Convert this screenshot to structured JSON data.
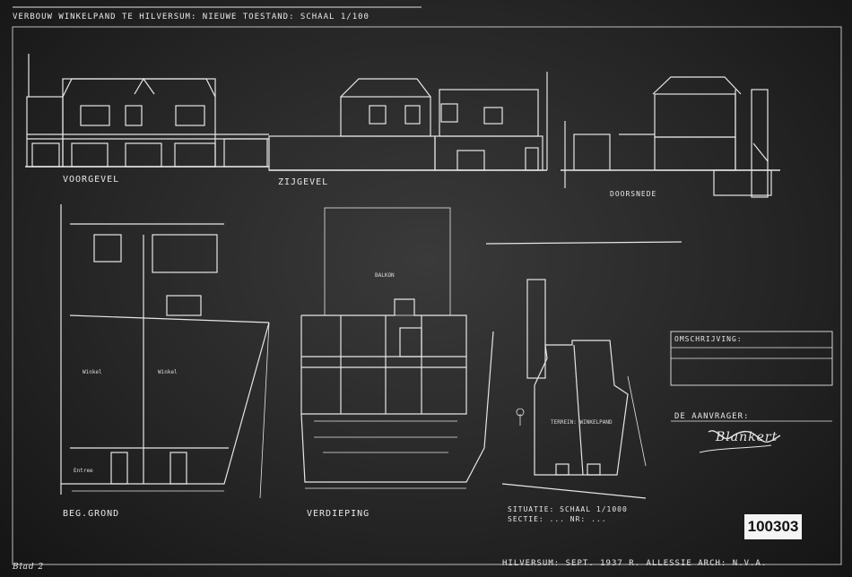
{
  "title": "VERBOUW WINKELPAND TE HILVERSUM: NIEUWE TOESTAND: SCHAAL 1/100",
  "views": {
    "voorgevel": "VOORGEVEL",
    "zijgevel": "ZIJGEVEL",
    "doorsnede": "DOORSNEDE",
    "begane_grond": "BEG.GROND",
    "verdieping": "VERDIEPING",
    "situatie": "SITUATIE: SCHAAL 1/1000",
    "sectie": "SECTIE: ... NR: ..."
  },
  "room_labels": {
    "winkel_left": "Winkel",
    "winkel_right": "Winkel",
    "entree": "Entree",
    "terrein": "TERREIN: WINKELPAND",
    "balkon": "BALKON"
  },
  "omschrijving": "OMSCHRIJVING:",
  "aanvrager_label": "DE AANVRAGER:",
  "signature": "Blankert",
  "footer": "HILVERSUM: SEPT. 1937 R. ALLESSIE ARCH: N.V.A.",
  "corner_note": "Blad 2",
  "stamp_number": "100303"
}
